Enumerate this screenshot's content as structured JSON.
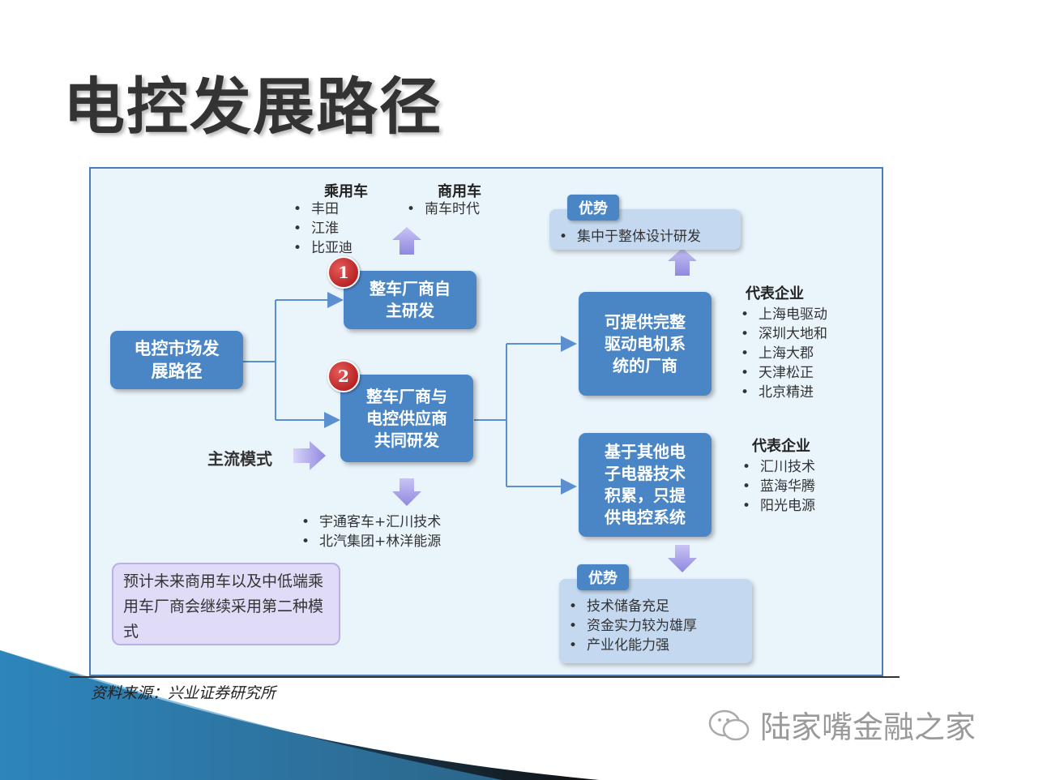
{
  "title": "电控发展路径",
  "diagram": {
    "root": "电控市场发\n展路径",
    "path1": {
      "badge": "1",
      "label": "整车厂商自\n主研发"
    },
    "path2": {
      "badge": "2",
      "label": "整车厂商与\n电控供应商\n共同研发"
    },
    "passenger": {
      "header": "乘用车",
      "items": [
        "丰田",
        "江淮",
        "比亚迪"
      ]
    },
    "commercial": {
      "header": "商用车",
      "items": [
        "南车时代"
      ]
    },
    "mainstream_label": "主流模式",
    "path2_examples": [
      "宇通客车+汇川技术",
      "北汽集团+林洋能源"
    ],
    "supplier_full": {
      "label": "可提供完整\n驱动电机系\n统的厂商",
      "advantage_tag": "优势",
      "advantages": [
        "集中于整体设计研发"
      ],
      "rep_header": "代表企业",
      "reps": [
        "上海电驱动",
        "深圳大地和",
        "上海大郡",
        "天津松正",
        "北京精进"
      ]
    },
    "supplier_ctrl": {
      "label": "基于其他电\n子电器技术\n积累，只提\n供电控系统",
      "advantage_tag": "优势",
      "advantages": [
        "技术储备充足",
        "资金实力较为雄厚",
        "产业化能力强"
      ],
      "rep_header": "代表企业",
      "reps": [
        "汇川技术",
        "蓝海华腾",
        "阳光电源"
      ]
    },
    "note": "预计未来商用车以及中低端乘用车厂商会继续采用第二种模式"
  },
  "source": "资料来源：兴业证券研究所",
  "watermark": "陆家嘴金融之家",
  "colors": {
    "box": "#4a86c6",
    "panel": "#eaf4fb",
    "badge": "#c01818",
    "note": "#e0dcf7"
  }
}
